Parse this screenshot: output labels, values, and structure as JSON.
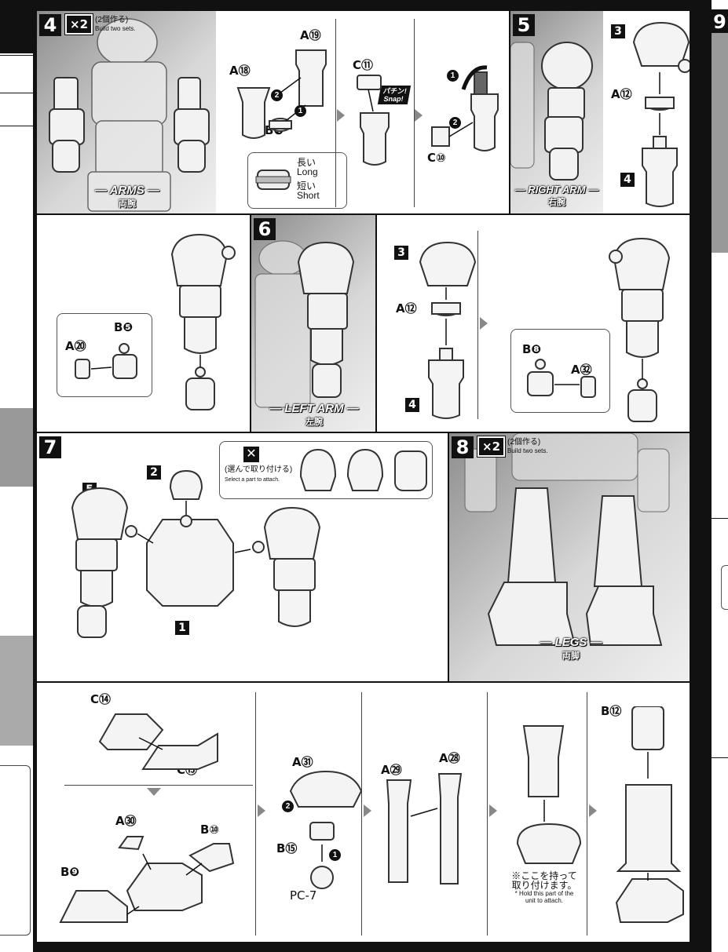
{
  "steps": {
    "s4": {
      "num": "4",
      "x2": "×2",
      "build": "(2個作る)",
      "build_en": "Build two sets.",
      "caption": "— ARMS —",
      "caption_ja": "両腕"
    },
    "s5": {
      "num": "5",
      "caption": "— RIGHT ARM —",
      "caption_ja": "右腕"
    },
    "s6": {
      "num": "6",
      "caption": "— LEFT ARM —",
      "caption_ja": "左腕"
    },
    "s7": {
      "num": "7",
      "select_ja": "(選んで取り付ける)",
      "select_en": "Select a part to attach."
    },
    "s8": {
      "num": "8",
      "x2": "×2",
      "build": "(2個作る)",
      "build_en": "Build two sets.",
      "caption": "— LEGS —",
      "caption_ja": "両脚"
    },
    "s9": {
      "num": "9"
    }
  },
  "parts": {
    "a19": "A⑲",
    "a18": "A⑱",
    "b4": "B❹",
    "c11": "C⑪",
    "c10": "C⑩",
    "a12": "A⑫",
    "a20": "A⑳",
    "b5": "B❺",
    "b8": "B❽",
    "a32": "A㉜",
    "c14": "C⑭",
    "c15": "C⑮",
    "a30": "A㉚",
    "b10": "B⑩",
    "b9": "B❾",
    "a31": "A㉛",
    "b15": "B⑮",
    "pc7": "PC-7",
    "a29": "A㉙",
    "a28": "A㉘",
    "b12": "B⑫"
  },
  "refs": {
    "r3": "3",
    "r4": "4",
    "r2": "2",
    "r5": "5",
    "r6": "6",
    "r1": "1"
  },
  "order": {
    "one": "1",
    "two": "2"
  },
  "length": {
    "long_ja": "長い",
    "long_en": "Long",
    "short_ja": "短い",
    "short_en": "Short"
  },
  "snap": {
    "ja": "パチン!",
    "en": "Snap!"
  },
  "hold": {
    "ja1": "※ここを持って",
    "ja2": "取り付けます。",
    "en1": "* Hold this part of the",
    "en2": "unit to attach."
  },
  "colors": {
    "ink": "#111111",
    "arrow": "#888888",
    "panel_gray": "#bdbdbd"
  }
}
